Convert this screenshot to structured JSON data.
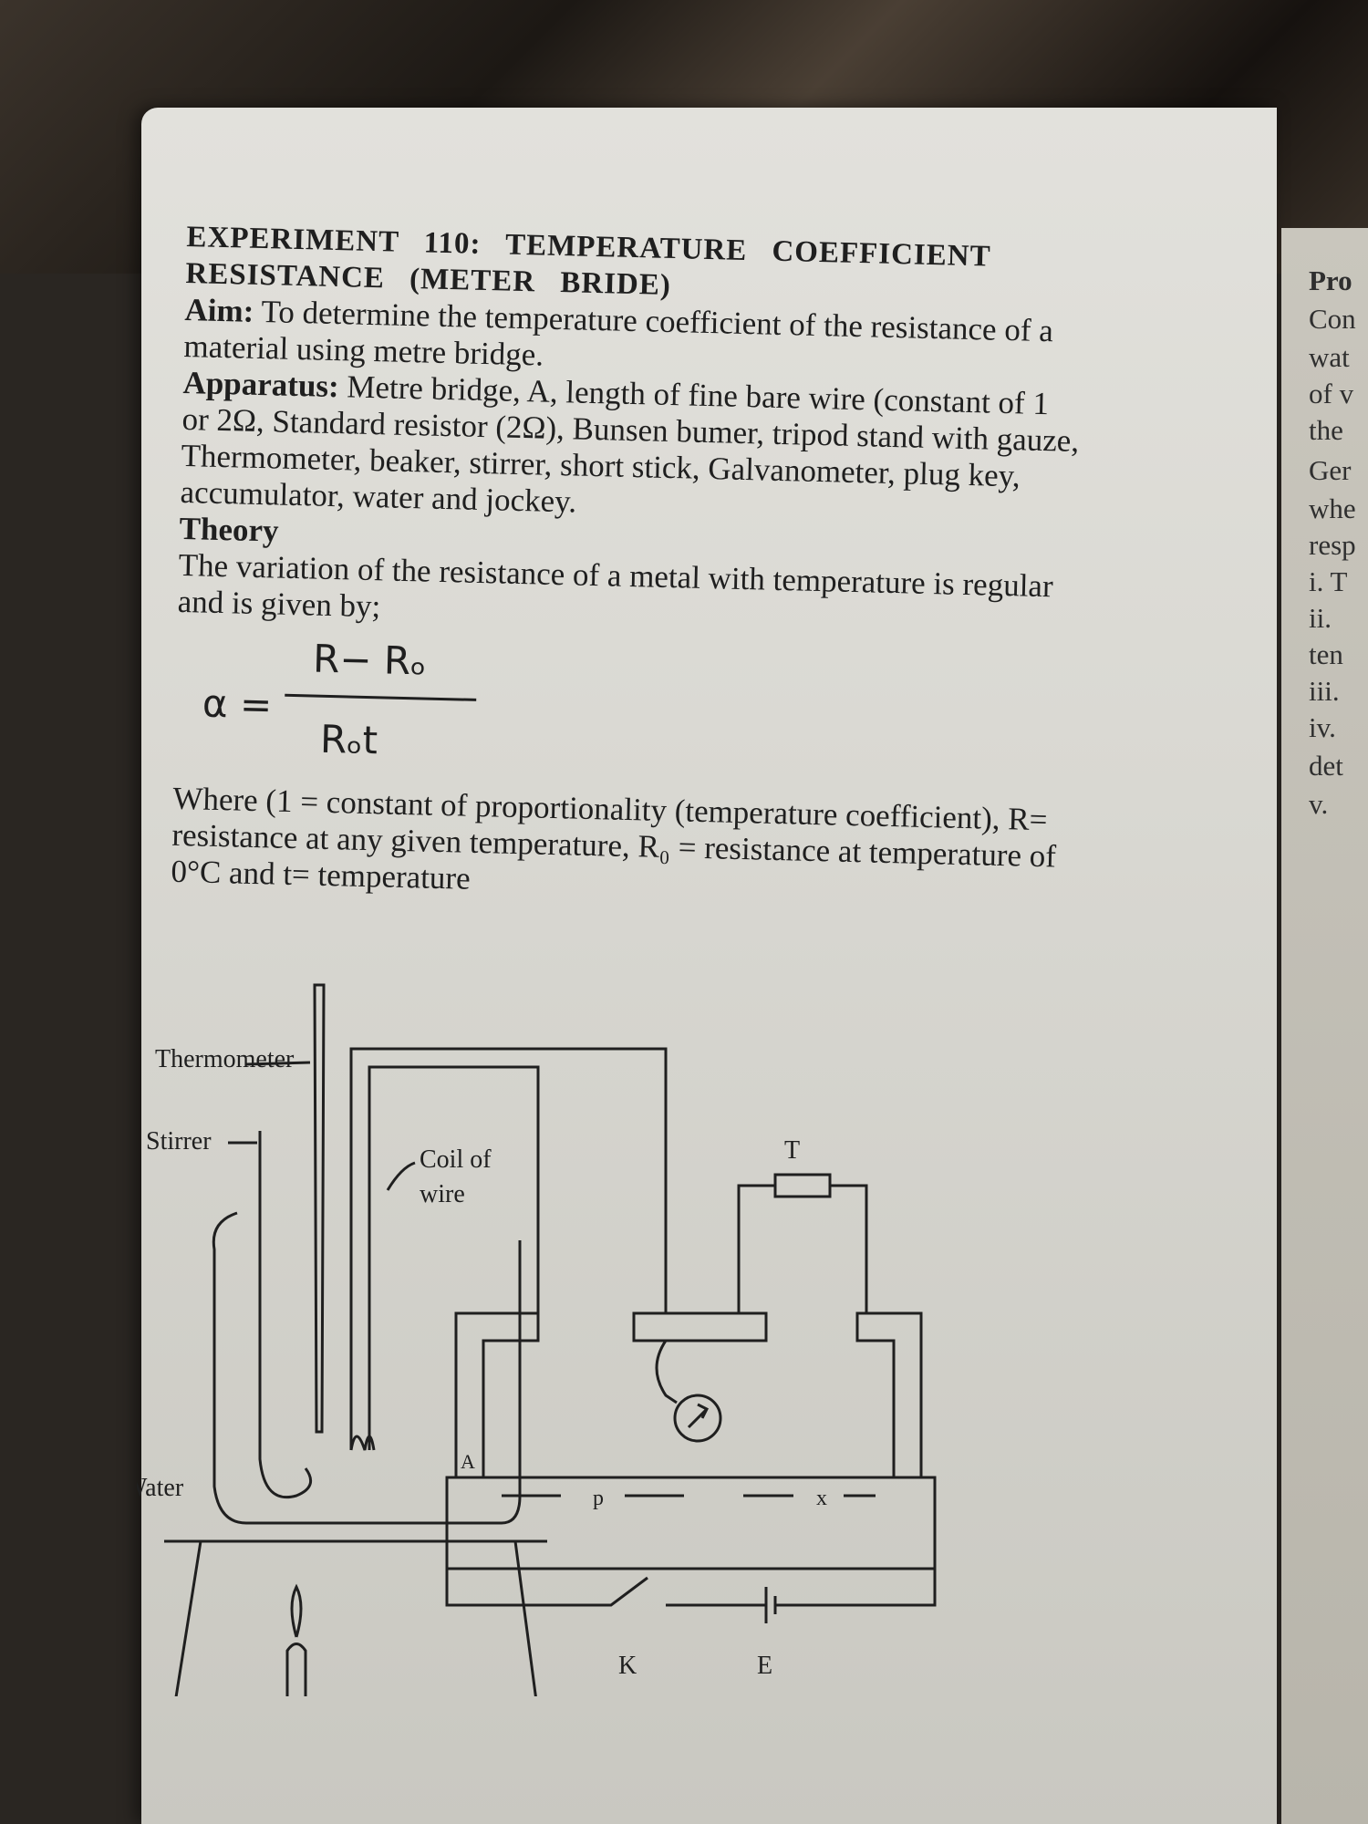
{
  "title_line1": "EXPERIMENT 110: TEMPERATURE COEFFICIENT",
  "title_line2": "RESISTANCE (METER BRIDE)",
  "aim_label": "Aim:",
  "aim_l1": " To determine the temperature coefficient of the resistance of a",
  "aim_l2": "material using metre bridge.",
  "apparatus_label": "Apparatus:",
  "apparatus_l1": " Metre bridge, A, length of fine bare wire (constant of 1",
  "apparatus_l2": "or 2Ω, Standard resistor (2Ω), Bunsen bumer, tripod stand with gauze,",
  "apparatus_l3": "Thermometer, beaker, stirrer, short stick, Galvanometer, plug key,",
  "apparatus_l4": "accumulator, water and jockey.",
  "theory_heading": "Theory",
  "theory_l1": "The variation of the resistance of a metal with temperature is regular",
  "theory_l2": "and is given by;",
  "formula": {
    "lhs": "α =",
    "numerator": "R− Rₒ",
    "denominator": "Rₒt"
  },
  "where_l1": "Where (1 = constant of proportionality (temperature coefficient), R=",
  "where_l2": "resistance at any given temperature, R₀ = resistance at temperature of",
  "where_l3": "0°C and t= temperature",
  "diagram": {
    "thermometer": "Thermometer",
    "stirrer": "Stirrer",
    "coil_l1": "Coil of",
    "coil_l2": "wire",
    "water": "Water",
    "T": "T",
    "A": "A",
    "K": "K",
    "E": "E",
    "p": "p",
    "x": "x"
  },
  "right_page_fragments": [
    "Pro",
    "Con",
    "wat",
    "of v",
    "the",
    "Ger",
    "whe",
    "resp",
    "i. T",
    "ii.",
    "ten",
    "iii.",
    "iv.",
    "det",
    "v."
  ]
}
